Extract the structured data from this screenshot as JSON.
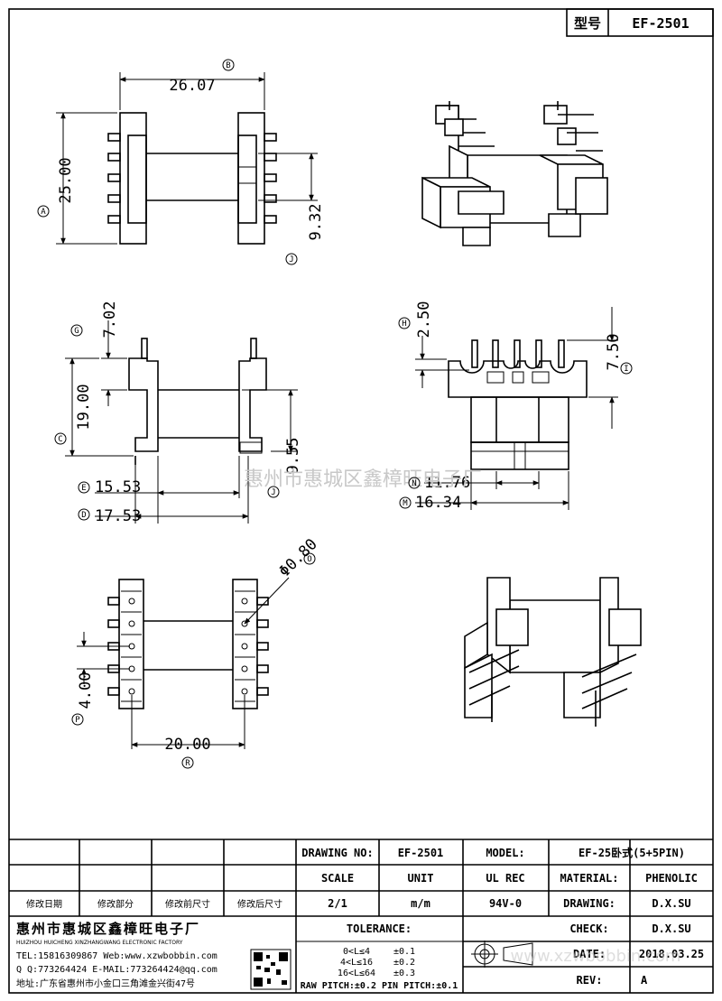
{
  "header": {
    "model_label": "型号",
    "model_value": "EF-2501"
  },
  "dimensions": {
    "top_width": "26.07",
    "top_height": "25.00",
    "top_inner": "9.32",
    "side_pin": "7.02",
    "side_height": "19.00",
    "side_low": "9.55",
    "side_w1": "15.53",
    "side_w2": "17.53",
    "front_pin": "2.50",
    "front_height": "7.50",
    "front_w1": "11.76",
    "front_w2": "16.34",
    "bottom_hole": "Φ0.80",
    "bottom_pitch": "4.00",
    "bottom_span": "20.00"
  },
  "circle_labels": {
    "A": "A",
    "B": "B",
    "C": "C",
    "D": "D",
    "E": "E",
    "G": "G",
    "H": "H",
    "I": "I",
    "J": "J",
    "M": "M",
    "N": "N",
    "O": "O",
    "P": "P",
    "R": "R"
  },
  "watermark": "惠州市惠城区鑫樟旺电子厂",
  "title_block": {
    "drawing_no_label": "DRAWING NO:",
    "drawing_no": "EF-2501",
    "model_label": "MODEL:",
    "model": "EF-25卧式(5+5PIN)",
    "scale_label": "SCALE",
    "unit_label": "UNIT",
    "ul_label": "UL REC",
    "material_label": "MATERIAL:",
    "material": "PHENOLIC",
    "scale": "2/1",
    "unit": "m/m",
    "ul": "94V-0",
    "drawing_label": "DRAWING:",
    "drawing_by": "D.X.SU",
    "check_label": "CHECK:",
    "check_by": "D.X.SU",
    "date_label": "DATE:",
    "date": "2018.03.25",
    "rev_label": "REV:",
    "rev": "A",
    "tolerance_label": "TOLERANCE:",
    "tol_rows": [
      {
        "range": "0<L≤4",
        "value": "±0.1"
      },
      {
        "range": "4<L≤16",
        "value": "±0.2"
      },
      {
        "range": "16<L≤64",
        "value": "±0.3"
      }
    ],
    "raw_pitch": "RAW PITCH:±0.2 PIN PITCH:±0.1",
    "rev_cols": [
      "修改日期",
      "修改部分",
      "修改前尺寸",
      "修改后尺寸"
    ]
  },
  "company": {
    "name_cn": "惠州市惠城区鑫樟旺电子厂",
    "name_en": "HUIZHOU HUICHENG XINZHANGWANG ELECTRONIC FACTORY",
    "tel": "TEL:15816309867 Web:www.xzwbobbin.com",
    "qq": "Q Q:773264424 E-MAIL:773264424@qq.com",
    "address": "地址:广东省惠州市小金口三角滩金兴街47号"
  },
  "bottom_watermark": "www.xzwbobbin.com"
}
